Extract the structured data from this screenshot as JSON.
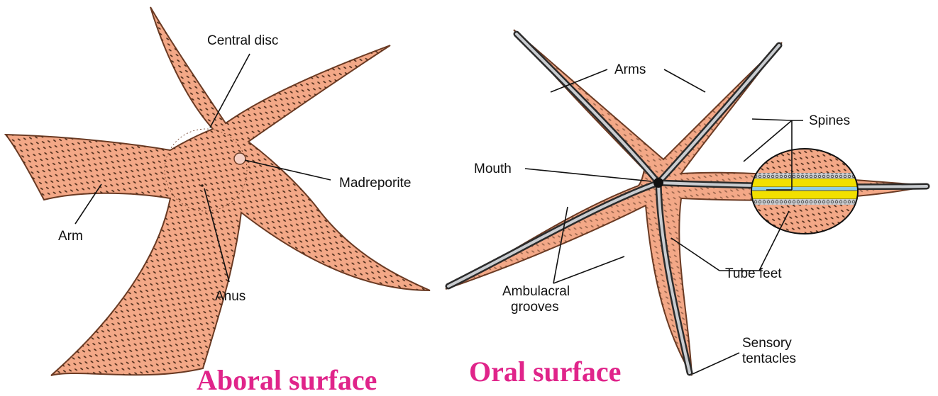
{
  "colors": {
    "body": "#f3a887",
    "body_edge": "#6b3b24",
    "spine_dots": "#4a2a18",
    "groove": "#9aa0a6",
    "groove_dark": "#2b2b2b",
    "tube_feet_yellow": "#f2e000",
    "tube_feet_blue": "#8ecde6",
    "title": "#e0248a"
  },
  "aboral": {
    "labels": {
      "central_disc": "Central disc",
      "madreporite": "Madreporite",
      "arm": "Arm",
      "anus": "Anus"
    },
    "title": "Aboral surface"
  },
  "oral": {
    "labels": {
      "arms": "Arms",
      "spines": "Spines",
      "mouth": "Mouth",
      "tube_feet": "Tube feet",
      "ambulacral_line1": "Ambulacral",
      "ambulacral_line2": "grooves",
      "sensory_line1": "Sensory",
      "sensory_line2": "tentacles"
    },
    "title": "Oral surface"
  }
}
